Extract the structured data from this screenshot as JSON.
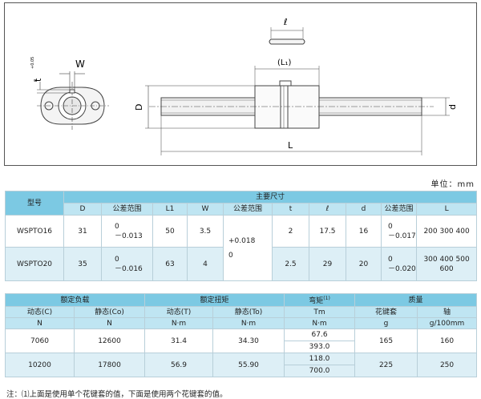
{
  "drawing": {
    "label_W": "W",
    "label_t": "t",
    "label_t_tol": "+0.05",
    "label_t_tol2": "0",
    "label_ell": "ℓ",
    "label_L1": "(L₁)",
    "label_D": "D",
    "label_d": "d",
    "label_L": "L"
  },
  "unit_text": "单位：mm",
  "dim_table": {
    "model_header": "型号",
    "main_header": "主要尺寸",
    "columns": [
      "D",
      "公差范围",
      "L1",
      "W",
      "公差范围",
      "t",
      "ℓ",
      "d",
      "公差范围",
      "L"
    ],
    "rows": [
      {
        "model": "WSPTO16",
        "D": "31",
        "D_tol_top": "0",
        "D_tol_bot": "－0.013",
        "L1": "50",
        "W": "3.5",
        "t": "2",
        "ell": "17.5",
        "d": "16",
        "d_tol_top": "0",
        "d_tol_bot": "－0.017",
        "L": "200  300  400",
        "L2": ""
      },
      {
        "model": "WSPTO20",
        "D": "35",
        "D_tol_top": "0",
        "D_tol_bot": "－0.016",
        "L1": "63",
        "W": "4",
        "t": "2.5",
        "ell": "29",
        "d": "20",
        "d_tol_top": "0",
        "d_tol_bot": "－0.020",
        "L": "300  400  500",
        "L2": "600"
      }
    ],
    "W_tol_top": "+0.018",
    "W_tol_bot": "0"
  },
  "load_table": {
    "group_headers": [
      "额定负载",
      "额定扭矩",
      "弯矩",
      "质量"
    ],
    "moment_sup": "(1)",
    "sub_headers": [
      "动态(C)",
      "静态(Co)",
      "动态(T)",
      "静态(To)",
      "Tm",
      "花键套",
      "轴"
    ],
    "units": [
      "N",
      "N",
      "N·m",
      "N·m",
      "N·m",
      "g",
      "g/100mm"
    ],
    "rows": [
      {
        "C": "7060",
        "Co": "12600",
        "T": "31.4",
        "To": "34.30",
        "Tm1": "67.6",
        "Tm2": "393.0",
        "nut": "165",
        "shaft": "160"
      },
      {
        "C": "10200",
        "Co": "17800",
        "T": "56.9",
        "To": "55.90",
        "Tm1": "118.0",
        "Tm2": "700.0",
        "nut": "225",
        "shaft": "250"
      }
    ]
  },
  "note": "注：⑴上面是使用单个花键套的值，下面是使用两个花键套的值。"
}
